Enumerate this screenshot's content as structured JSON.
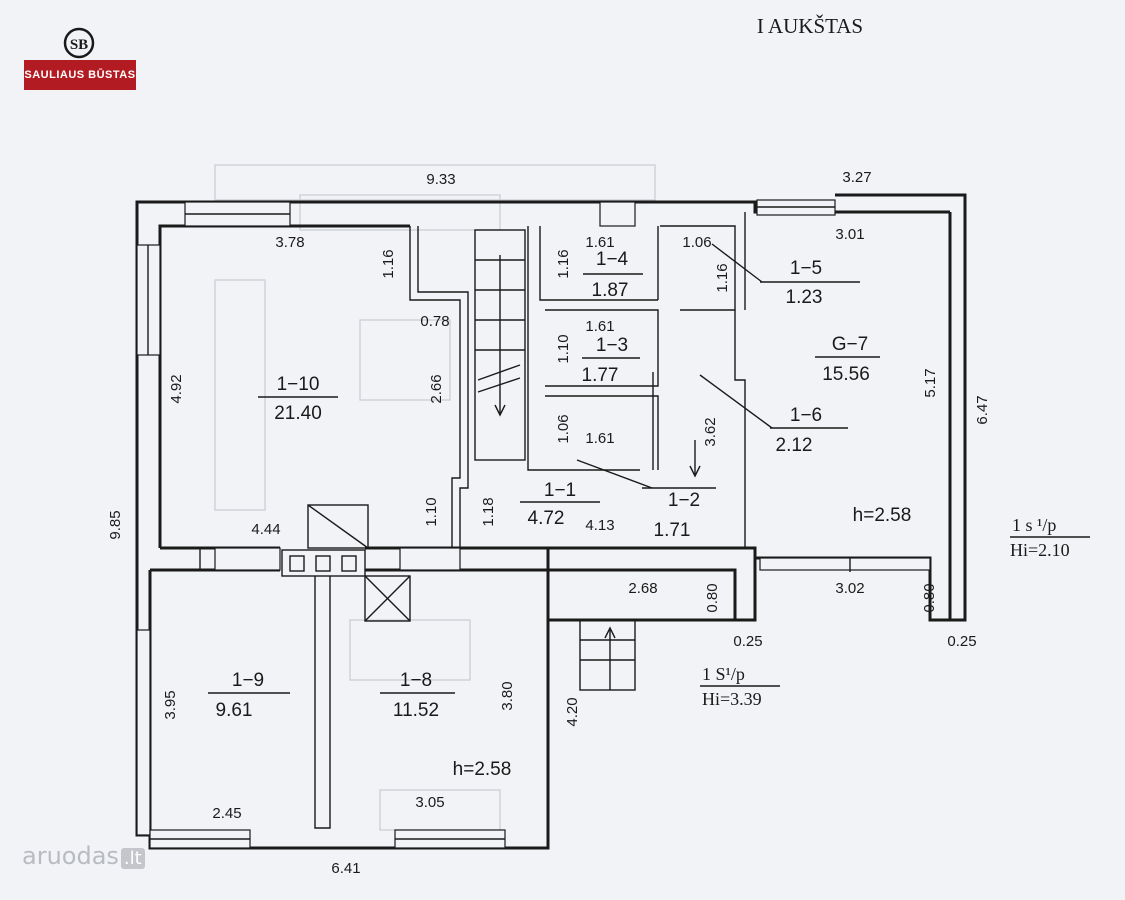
{
  "header": {
    "title": "I AUKŠTAS"
  },
  "logo": {
    "text": "SAULIAUS BŪSTAS",
    "monogram": "SB"
  },
  "watermark": {
    "text": "aruodas",
    "suffix": ".lt"
  },
  "rooms": [
    {
      "id": "1−10",
      "area": "21.40"
    },
    {
      "id": "1−9",
      "area": "9.61"
    },
    {
      "id": "1−8",
      "area": "11.52"
    },
    {
      "id": "1−1",
      "area": "4.72"
    },
    {
      "id": "1−2",
      "area": "1.71"
    },
    {
      "id": "1−3",
      "area": "1.77"
    },
    {
      "id": "1−4",
      "area": "1.87"
    },
    {
      "id": "1−5",
      "area": "1.23"
    },
    {
      "id": "1−6",
      "area": "2.12"
    },
    {
      "id": "G−7",
      "area": "15.56"
    }
  ],
  "dimensions": [
    "9.33",
    "3.27",
    "3.78",
    "1.16",
    "0.78",
    "4.92",
    "2.66",
    "9.85",
    "4.44",
    "1.10",
    "1.18",
    "4.13",
    "1.61",
    "1.16",
    "1.06",
    "1.16",
    "3.01",
    "1.61",
    "1.10",
    "1.06",
    "1.61",
    "3.62",
    "5.17",
    "6.47",
    "2.68",
    "0.80",
    "3.02",
    "0.80",
    "0.25",
    "0.25",
    "3.95",
    "3.80",
    "4.20",
    "2.45",
    "3.05",
    "6.41"
  ],
  "heights": {
    "main": "h=2.58",
    "garage": "h=2.58"
  },
  "annotations": {
    "porch1_label": "1 s ¹/p",
    "porch1_hi": "Hi=2.10",
    "porch2_label": "1 S¹/p",
    "porch2_hi": "Hi=3.39"
  }
}
